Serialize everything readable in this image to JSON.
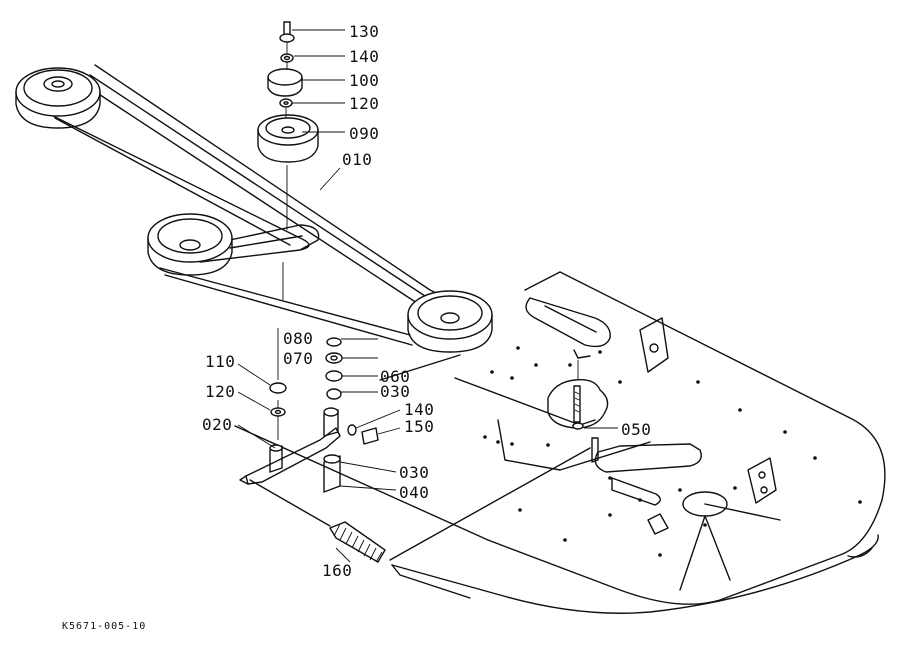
{
  "figure": {
    "code": "K5671-005-10",
    "labels": {
      "p130": "130",
      "p140a": "140",
      "p100": "100",
      "p120a": "120",
      "p090": "090",
      "p010": "010",
      "p080": "080",
      "p070": "070",
      "p060": "060",
      "p030a": "030",
      "p140b": "140",
      "p150": "150",
      "p050": "050",
      "p110": "110",
      "p120b": "120",
      "p020": "020",
      "p030b": "030",
      "p040": "040",
      "p160": "160"
    }
  }
}
